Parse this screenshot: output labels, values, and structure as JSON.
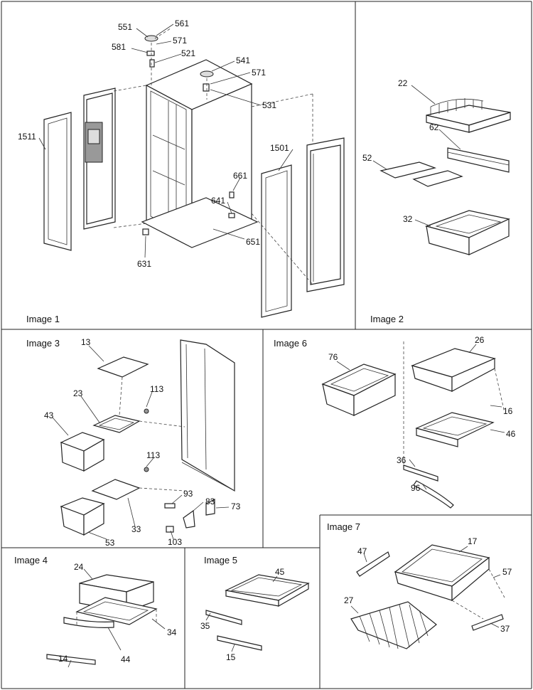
{
  "panels": [
    {
      "title": "Image 1"
    },
    {
      "title": "Image 2"
    },
    {
      "title": "Image 3"
    },
    {
      "title": "Image 4"
    },
    {
      "title": "Image 5"
    },
    {
      "title": "Image 6"
    },
    {
      "title": "Image 7"
    }
  ],
  "callouts": {
    "p1": [
      "551",
      "561",
      "571",
      "581",
      "521",
      "541",
      "571",
      "531",
      "1511",
      "1501",
      "661",
      "641",
      "651",
      "631"
    ],
    "p2": [
      "22",
      "62",
      "52",
      "32"
    ],
    "p3": [
      "13",
      "23",
      "113",
      "43",
      "113",
      "93",
      "83",
      "33",
      "73",
      "53",
      "103"
    ],
    "p4": [
      "24",
      "34",
      "14",
      "44"
    ],
    "p5": [
      "45",
      "35",
      "15"
    ],
    "p6": [
      "26",
      "76",
      "16",
      "46",
      "36",
      "96"
    ],
    "p7": [
      "47",
      "17",
      "57",
      "27",
      "37"
    ]
  }
}
